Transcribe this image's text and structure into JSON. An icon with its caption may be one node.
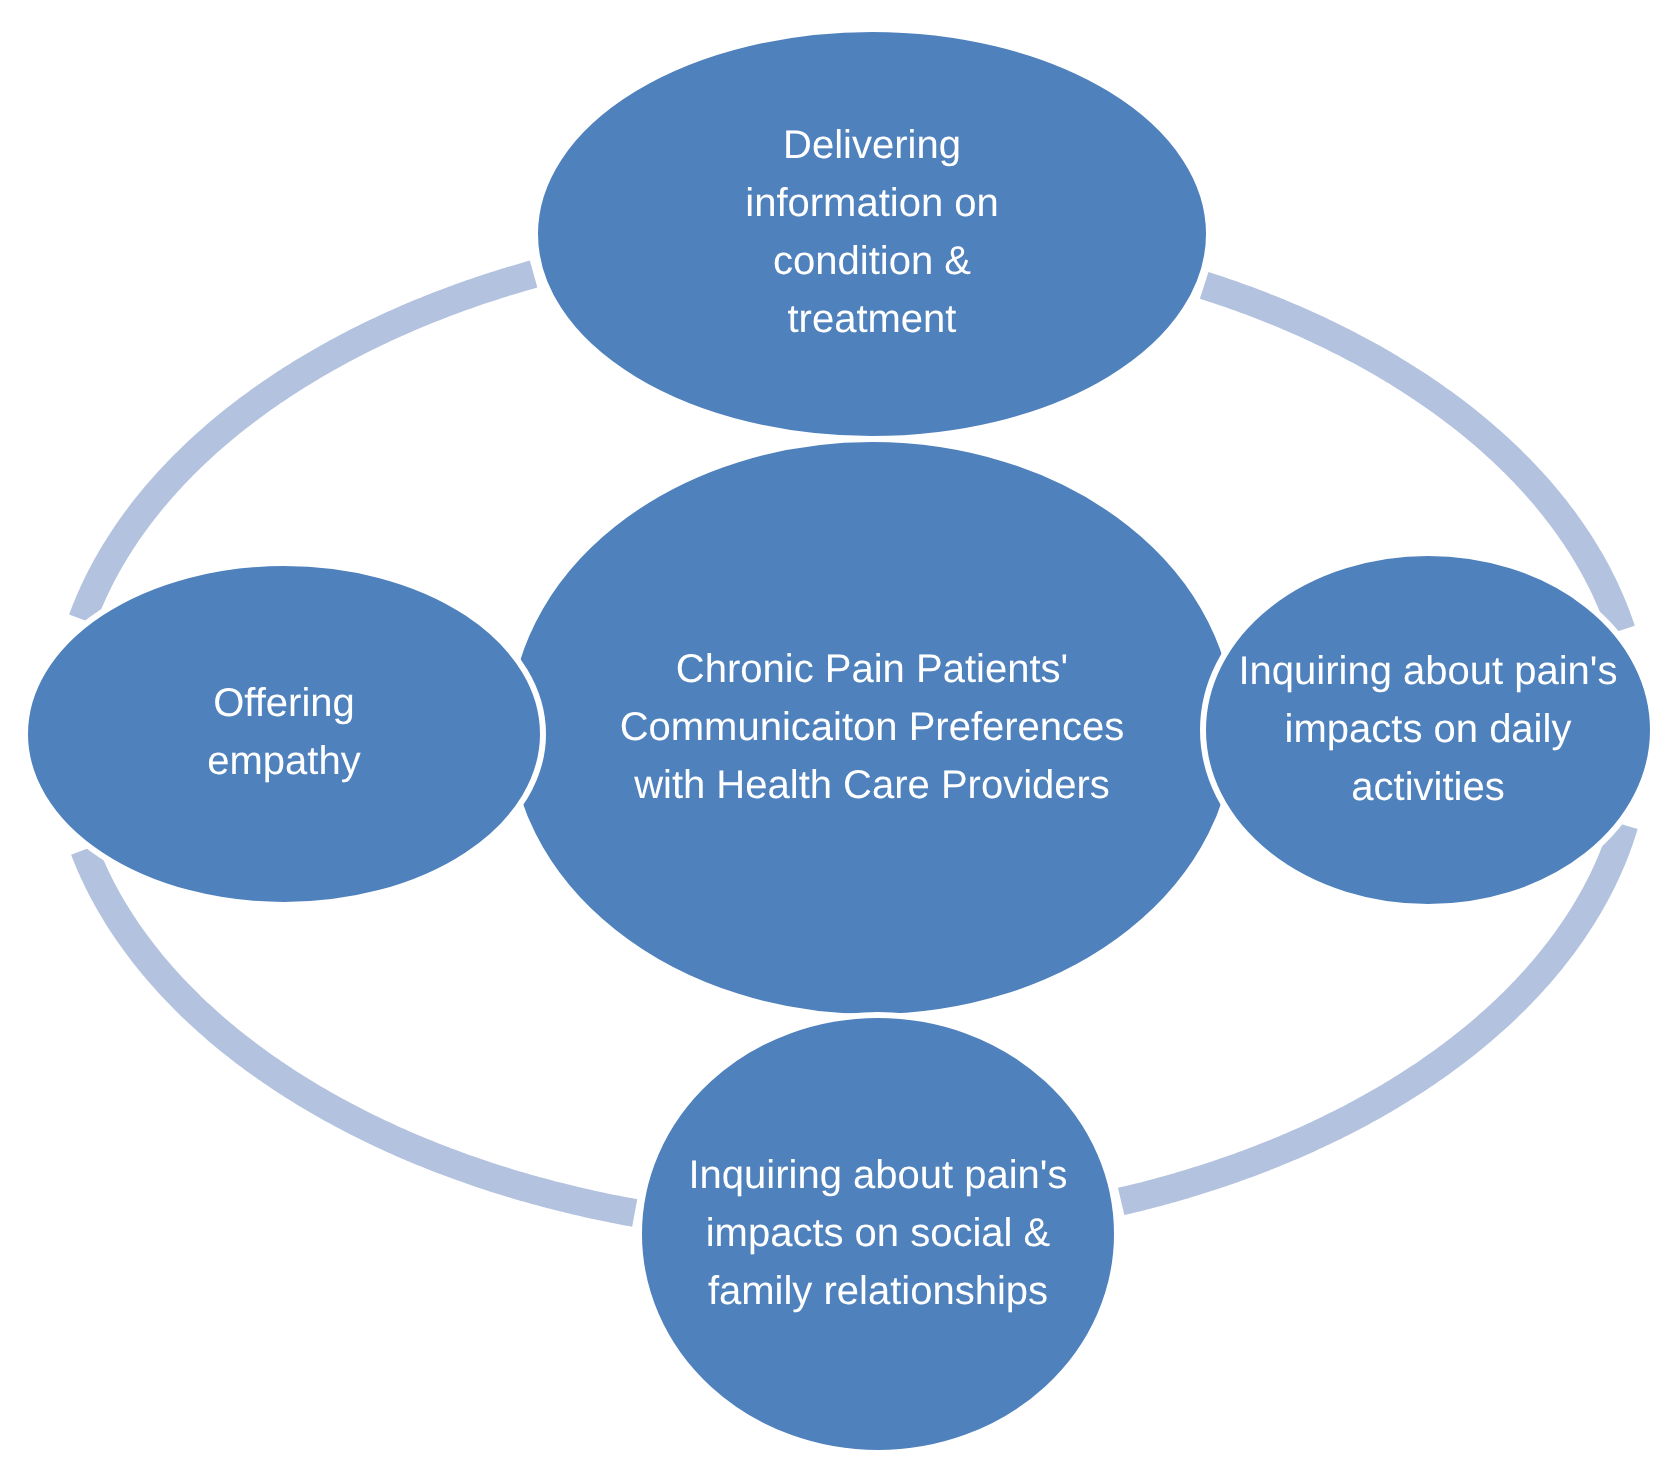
{
  "diagram": {
    "nodes": [
      {
        "text": [
          "Delivering information on condition & treatment"
        ]
      },
      {
        "text": [
          "Offering empathy"
        ]
      },
      {
        "text": [
          "Chronic Pain Patients' Communicaiton Preferences with Health Care Providers"
        ]
      },
      {
        "text": [
          "Inquiring about pain's impacts on daily activities"
        ]
      },
      {
        "text": [
          "Inquiring about pain's impacts on social & family relationships"
        ]
      }
    ],
    "edges": [
      {
        "from": 0,
        "to": 3,
        "arrow": "none"
      },
      {
        "from": 3,
        "to": 4,
        "arrow": "none"
      },
      {
        "from": 4,
        "to": 1,
        "arrow": "none"
      },
      {
        "from": 1,
        "to": 0,
        "arrow": "none"
      }
    ]
  }
}
